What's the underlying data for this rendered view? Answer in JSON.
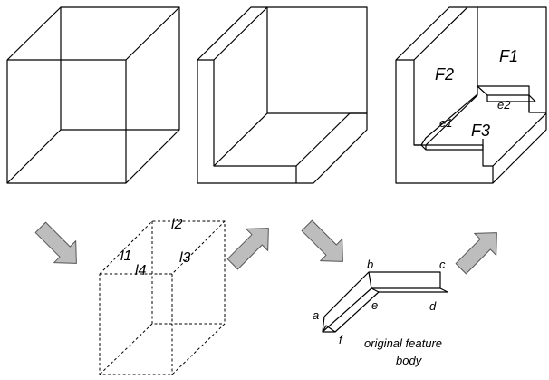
{
  "panel_cube": {},
  "panel_lshape": {},
  "panel_faces": {
    "labels": {
      "f1": "F1",
      "f2": "F2",
      "f3": "F3",
      "e1": "e1",
      "e2": "e2"
    }
  },
  "panel_dashed_cube": {
    "labels": {
      "l1": "l1",
      "l2": "l2",
      "l3": "l3",
      "l4": "l4"
    }
  },
  "panel_feature_body": {
    "labels": {
      "a": "a",
      "b": "b",
      "c": "c",
      "d": "d",
      "e": "e",
      "f": "f"
    },
    "caption_line1": "original feature",
    "caption_line2": "body"
  },
  "arrows": {
    "arrow_1": "down-right",
    "arrow_2": "up-right",
    "arrow_3": "down-right",
    "arrow_4": "up-right"
  }
}
